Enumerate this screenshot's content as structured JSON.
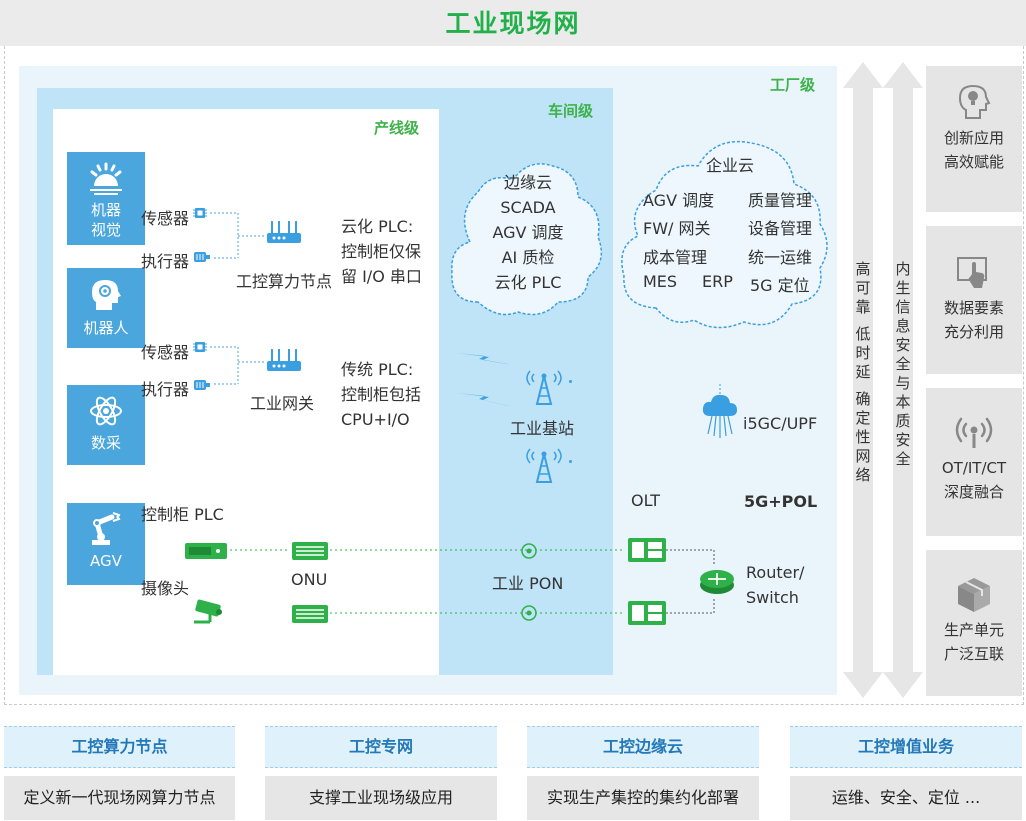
{
  "title": "工业现场网",
  "levels": {
    "factory": "工厂级",
    "workshop": "车间级",
    "line": "产线级"
  },
  "devices": [
    {
      "name_l1": "机器",
      "name_l2": "视觉"
    },
    {
      "name_l1": "机器人",
      "name_l2": ""
    },
    {
      "name_l1": "数采",
      "name_l2": ""
    },
    {
      "name_l1": "AGV",
      "name_l2": ""
    }
  ],
  "labels": {
    "sensor": "传感器",
    "actuator": "执行器",
    "compute_node": "工控算力节点",
    "gateway": "工业网关",
    "cloud_plc_1": "云化 PLC:",
    "cloud_plc_2": "控制柜仅保",
    "cloud_plc_3": "留 I/O 串口",
    "trad_plc_1": "传统 PLC:",
    "trad_plc_2": "控制柜包括",
    "trad_plc_3": "CPU+I/O",
    "cabinet_plc": "控制柜 PLC",
    "camera": "摄像头",
    "onu": "ONU",
    "pon": "工业 PON",
    "olt": "OLT",
    "pol": "5G+POL",
    "router_1": "Router/",
    "router_2": "Switch",
    "base_station": "工业基站",
    "upf": "i5GC/UPF"
  },
  "edge_cloud": {
    "title": "边缘云",
    "items": [
      "SCADA",
      "AGV 调度",
      "AI 质检",
      "云化 PLC"
    ]
  },
  "enterprise_cloud": {
    "title": "企业云",
    "items": [
      "AGV 调度",
      "质量管理",
      "FW/ 网关",
      "设备管理",
      "成本管理",
      "统一运维",
      "MES",
      "ERP",
      "5G 定位"
    ]
  },
  "arrows": {
    "left": [
      "高",
      "可",
      "靠",
      "",
      "低",
      "时",
      "延",
      "",
      "确",
      "定",
      "性",
      "网",
      "络"
    ],
    "right": [
      "内",
      "生",
      "信",
      "息",
      "安",
      "全",
      "与",
      "本",
      "质",
      "安",
      "全"
    ]
  },
  "right_panel": [
    {
      "l1": "创新应用",
      "l2": "高效赋能",
      "icon": "idea-head-icon"
    },
    {
      "l1": "数据要素",
      "l2": "充分利用",
      "icon": "touch-screen-icon"
    },
    {
      "l1": "OT/IT/CT",
      "l2": "深度融合",
      "icon": "wireless-signal-icon"
    },
    {
      "l1": "生产单元",
      "l2": "广泛互联",
      "icon": "package-box-icon"
    }
  ],
  "bottom": [
    {
      "head": "工控算力节点",
      "desc": "定义新一代现场网算力节点"
    },
    {
      "head": "工控专网",
      "desc": "支撑工业现场级应用"
    },
    {
      "head": "工控边缘云",
      "desc": "实现生产集控的集约化部署"
    },
    {
      "head": "工控增值业务",
      "desc": "运维、安全、定位 ..."
    }
  ],
  "colors": {
    "green": "#22b04b",
    "blue": "#4aa6dd",
    "dark_blue": "#2278b8"
  }
}
